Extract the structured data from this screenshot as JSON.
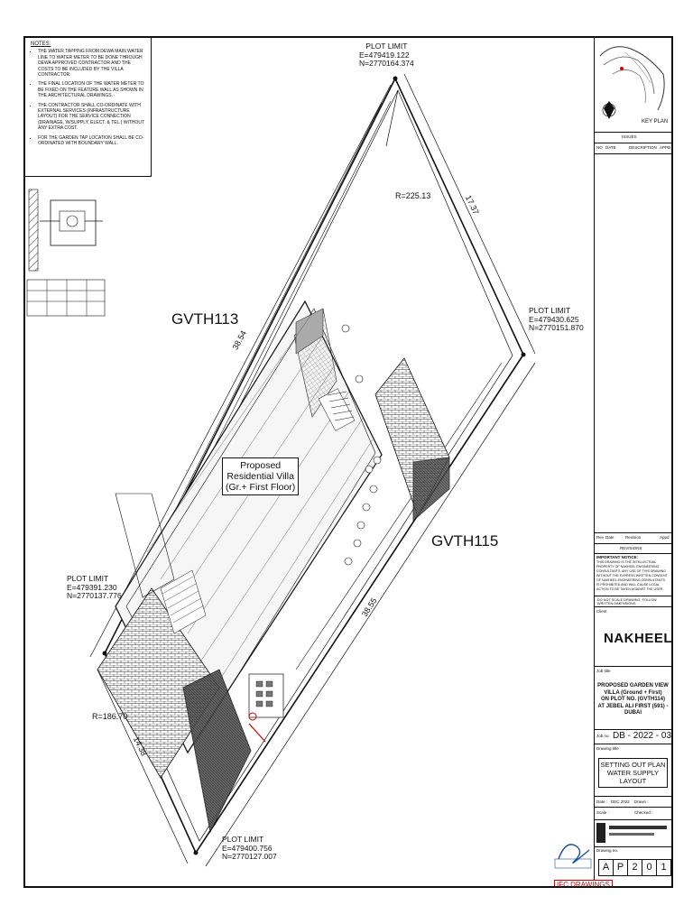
{
  "notes": {
    "heading": "NOTES:",
    "items": [
      "THE WATER TAPPING FROM DEWA MAIN WATER LINE TO WATER METER TO BE DONE THROUGH DEWA APPROVED CONTRACTOR AND THE COSTS TO BE INCLUDED BY THE VILLA CONTRACTOR.",
      "THE FINAL LOCATION OF THE WATER METER TO BE FIXED ON THE FEATURE WALL AS SHOWN IN THE ARCHITECTURAL DRAWINGS.",
      "THE CONTRACTOR SHALL CO-ORDINATE WITH EXTERNAL SERVICES (INFRASTRUCTURE LAYOUT) FOR THE SERVICE CONNECTION (DRAINAGE, W/SUPPLY, ELECT. & TEL.) WITHOUT ANY EXTRA COST.",
      "FOR THE GARDEN TAP LOCATION SHALL BE CO-ORDINATED WITH BOUNDARY WALL."
    ]
  },
  "plot_limits": {
    "top": {
      "title": "PLOT LIMIT",
      "e": "E=479419.122",
      "n": "N=2770164.374"
    },
    "right": {
      "title": "PLOT LIMIT",
      "e": "E=479430.625",
      "n": "N=2770151.870"
    },
    "left": {
      "title": "PLOT LIMIT",
      "e": "E=479391.230",
      "n": "N=2770137.776"
    },
    "bottom": {
      "title": "PLOT LIMIT",
      "e": "E=479400.756",
      "n": "N=2770127.007"
    }
  },
  "neighbours": {
    "left": "GVTH113",
    "right": "GVTH115"
  },
  "dimensions": {
    "r_top": "R=225.13",
    "side_top_right": "17.37",
    "side_left": "38.54",
    "side_right": "38.55",
    "r_bottom": "R=186.70",
    "side_bottom_left": "14.38"
  },
  "villa_label": [
    "Proposed",
    "Residential Villa",
    "(Gr.+ First Floor)"
  ],
  "title_block": {
    "key_plan": "KEY PLAN",
    "issues": "ISSUES",
    "issue_cols": [
      "NO",
      "DATE",
      "DESCRIPTION",
      "APPD"
    ],
    "revision_cols": [
      "Rev",
      "Date",
      "Revision",
      "Appd"
    ],
    "revisions_heading": "REVISIONS",
    "important_notice": "IMPORTANT NOTICE:",
    "notice_text": "THIS DRAWING IS THE INTELLECTUAL PROPERTY OF NAKHEEL ENGINEERING CONSULTANTS. ANY USE OF THIS DRAWING WITHOUT THE EXPRESS WRITTEN CONSENT OF NAKHEEL ENGINEERING CONSULTANTS IS PROHIBITED AND WILL CAUSE LEGAL ACTION TO BE TAKEN AGAINST THE USER.",
    "do_not_scale": "DO NOT SCALE DRAWING, FOLLOW WRITTEN DIMENSIONS",
    "client_label": "Client",
    "client": "NAKHEEL",
    "job_title_label": "Job title",
    "project_lines": [
      "PROPOSED GARDEN VIEW",
      "VILLA (Ground + First)",
      "ON PLOT NO. (GVTH114)",
      "AT JEBEL ALI FIRST (591) - DUBAI"
    ],
    "job_no_label": "Job no.",
    "job_no": "DB - 2022 - 03",
    "drawing_title_label": "Drawing title",
    "drawing_title": [
      "SETTING OUT PLAN",
      "WATER SUPPLY LAYOUT"
    ],
    "date_label": "Date :",
    "date": "DEC 2022",
    "drawn_label": "Drawn :",
    "scale_label": "Scale :",
    "checked_label": "Checked :",
    "dwg_no_label": "Drawing no.",
    "dwg_no": [
      "A",
      "P",
      "2",
      "0",
      "1"
    ],
    "ifc": "IFC DRAWINGS"
  }
}
